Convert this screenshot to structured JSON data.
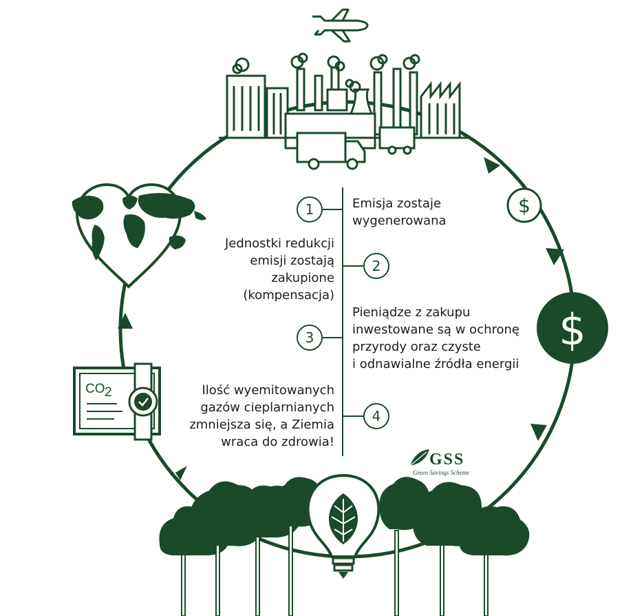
{
  "steps": [
    {
      "number": "1",
      "lines": [
        "Emisja zostaje",
        "wygenerowana"
      ]
    },
    {
      "number": "2",
      "lines": [
        "Jednostki redukcji",
        "emisji zostają",
        "zakupione",
        "(kompensacja)"
      ]
    },
    {
      "number": "3",
      "lines": [
        "Pieniądze z zakupu",
        "inwestowane są w ochronę",
        "przyrody oraz czyste",
        "i odnawialne źródła energii"
      ]
    },
    {
      "number": "4",
      "lines": [
        "Ilość wyemitowanych",
        "gazów cieplarnianych",
        "zmniejsza się, a Ziemia",
        "wraca do zdrowia!"
      ]
    }
  ],
  "certificate": {
    "label": "CO",
    "subscript": "2"
  },
  "currency_symbol": "$",
  "logo": {
    "name": "GSS",
    "tagline": "Green Savings Scheme"
  },
  "colors": {
    "primary": "#1a4a2a",
    "text": "#1c1c1c",
    "background": "#ffffff"
  },
  "icons": [
    "airplane-icon",
    "city-factories-icon",
    "truck-icon",
    "dollar-coin-icon",
    "heart-world-map-icon",
    "co2-certificate-icon",
    "leaf-lightbulb-icon",
    "tree-icon",
    "gss-logo-icon"
  ]
}
